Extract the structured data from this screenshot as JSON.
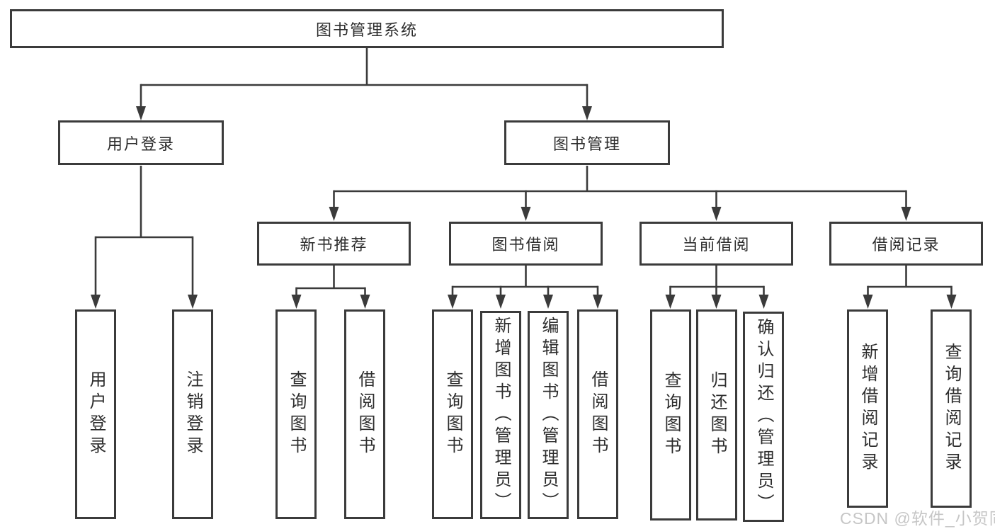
{
  "colors": {
    "line": "#3b3b3b",
    "text": "#2d2d2d",
    "watermark": "#c6c6c6",
    "background": "#ffffff"
  },
  "root": {
    "label": "图书管理系统"
  },
  "branches": [
    {
      "label": "用户登录",
      "children": [
        {
          "label": "用户登录"
        },
        {
          "label": "注销登录"
        }
      ]
    },
    {
      "label": "图书管理",
      "children": [
        {
          "label": "新书推荐",
          "children": [
            {
              "label": "查询图书"
            },
            {
              "label": "借阅图书"
            }
          ]
        },
        {
          "label": "图书借阅",
          "children": [
            {
              "label": "查询图书"
            },
            {
              "label": "新增图书（管理员）"
            },
            {
              "label": "编辑图书（管理员）"
            },
            {
              "label": "借阅图书"
            }
          ]
        },
        {
          "label": "当前借阅",
          "children": [
            {
              "label": "查询图书"
            },
            {
              "label": "归还图书"
            },
            {
              "label": "确认归还（管理员）"
            }
          ]
        },
        {
          "label": "借阅记录",
          "children": [
            {
              "label": "新增借阅记录"
            },
            {
              "label": "查询借阅记录"
            }
          ]
        }
      ]
    }
  ],
  "watermark": "CSDN @软件_小贺同学"
}
